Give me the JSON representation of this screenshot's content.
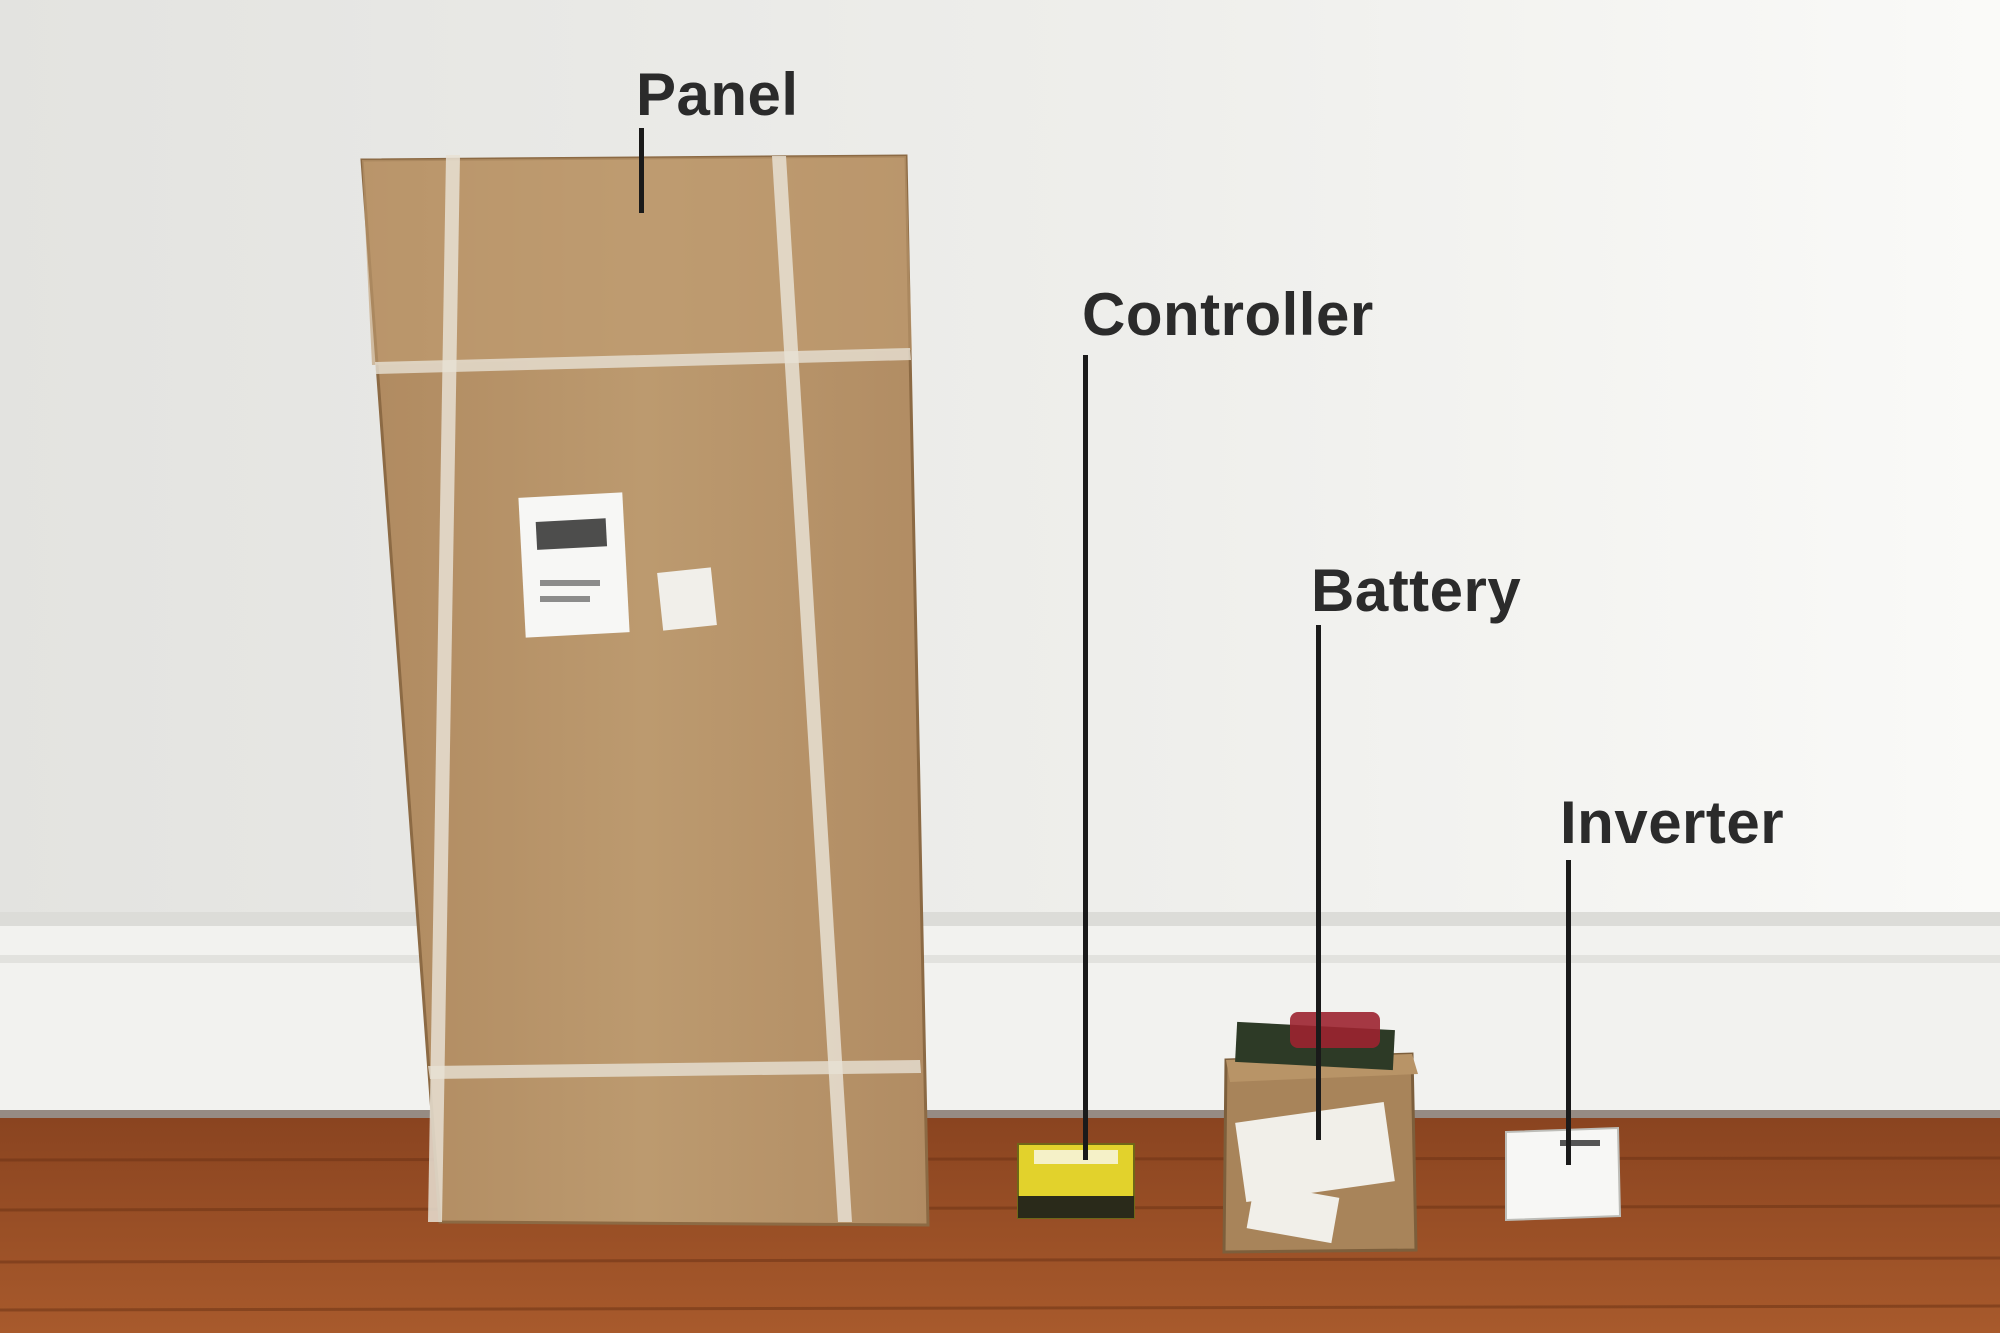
{
  "labels": {
    "panel": "Panel",
    "controller": "Controller",
    "battery": "Battery",
    "inverter": "Inverter"
  },
  "colors": {
    "wall": "#f1f1ee",
    "baseboard": "#f4f4f1",
    "floor": "#9a4f24",
    "cardboard": "#b8946a",
    "label_text": "#2b2b2b",
    "leader_line": "#1a1a1a"
  }
}
